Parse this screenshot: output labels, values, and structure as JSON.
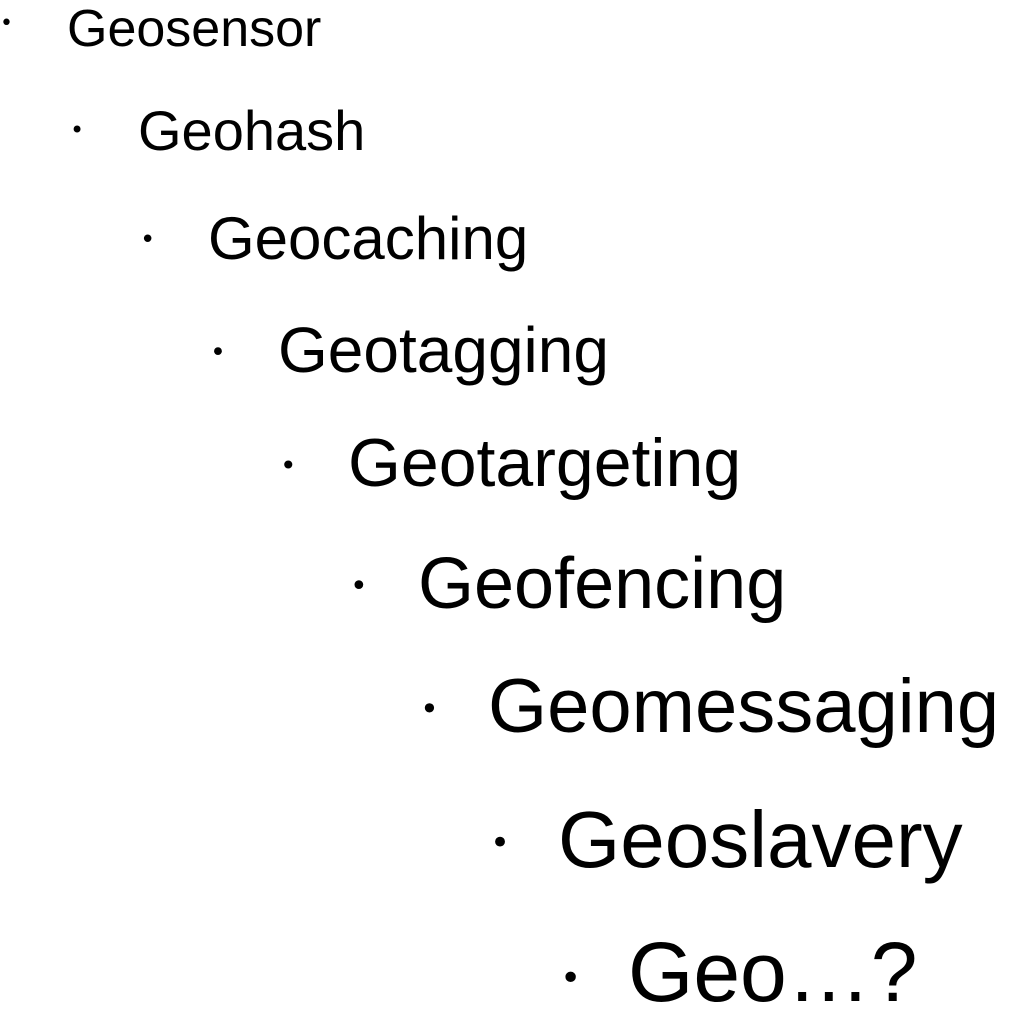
{
  "list": {
    "bullet_symbol": "•",
    "items": [
      {
        "label": "Geosensor"
      },
      {
        "label": "Geohash"
      },
      {
        "label": "Geocaching"
      },
      {
        "label": "Geotagging"
      },
      {
        "label": "Geotargeting"
      },
      {
        "label": "Geofencing"
      },
      {
        "label": "Geomessaging"
      },
      {
        "label": "Geoslavery"
      },
      {
        "label": "Geo…?"
      }
    ]
  }
}
